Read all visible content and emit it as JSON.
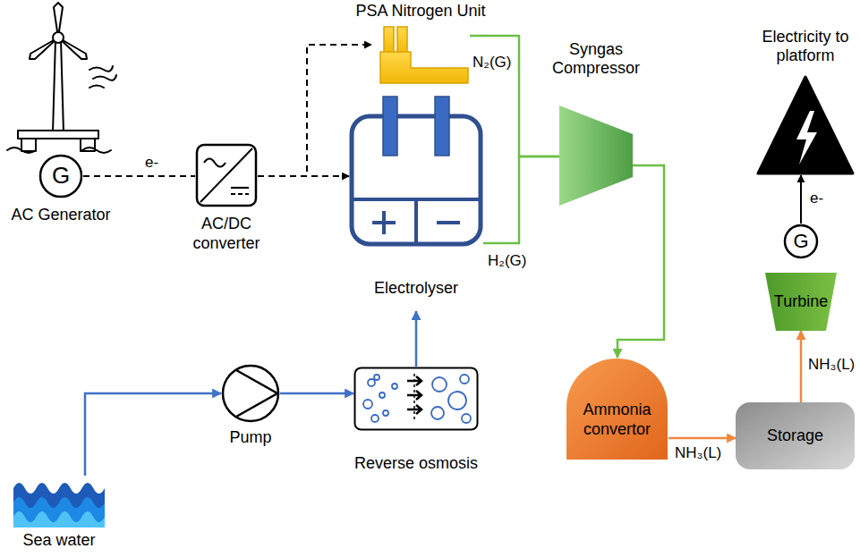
{
  "diagram": {
    "nodes": [
      {
        "text": [
          "G",
          "AC Generator"
        ]
      },
      {
        "text": [
          "AC/DC converter"
        ]
      },
      {
        "text": [
          "PSA Nitrogen Unit"
        ]
      },
      {
        "text": [
          "Electrolyser"
        ]
      },
      {
        "text": [
          "Syngas Compressor"
        ]
      },
      {
        "text": [
          "Pump"
        ]
      },
      {
        "text": [
          "Reverse osmosis"
        ]
      },
      {
        "text": [
          "Sea water"
        ]
      },
      {
        "text": [
          "Ammonia convertor"
        ]
      },
      {
        "text": [
          "Storage"
        ]
      },
      {
        "text": [
          "Turbine"
        ]
      },
      {
        "text": [
          "G"
        ]
      },
      {
        "text": [
          "Electricity to platform"
        ]
      }
    ],
    "edges": [
      {
        "from": 0,
        "to": 1,
        "label": "e-",
        "arrow": "none"
      },
      {
        "from": 1,
        "to": 2,
        "arrow": "to"
      },
      {
        "from": 1,
        "to": 3,
        "arrow": "to"
      },
      {
        "from": 2,
        "to": 4,
        "label": "N₂(G)",
        "arrow": "none"
      },
      {
        "from": 3,
        "to": 4,
        "label": "H₂(G)",
        "arrow": "none"
      },
      {
        "from": 4,
        "to": 8,
        "arrow": "to"
      },
      {
        "from": 7,
        "to": 5,
        "arrow": "to"
      },
      {
        "from": 5,
        "to": 6,
        "arrow": "to"
      },
      {
        "from": 6,
        "to": 3,
        "arrow": "to"
      },
      {
        "from": 8,
        "to": 9,
        "label": "NH₃(L)",
        "arrow": "to"
      },
      {
        "from": 9,
        "to": 10,
        "label": "NH₃(L)",
        "arrow": "to"
      },
      {
        "from": 11,
        "to": 12,
        "label": "e-",
        "arrow": "to"
      }
    ]
  }
}
